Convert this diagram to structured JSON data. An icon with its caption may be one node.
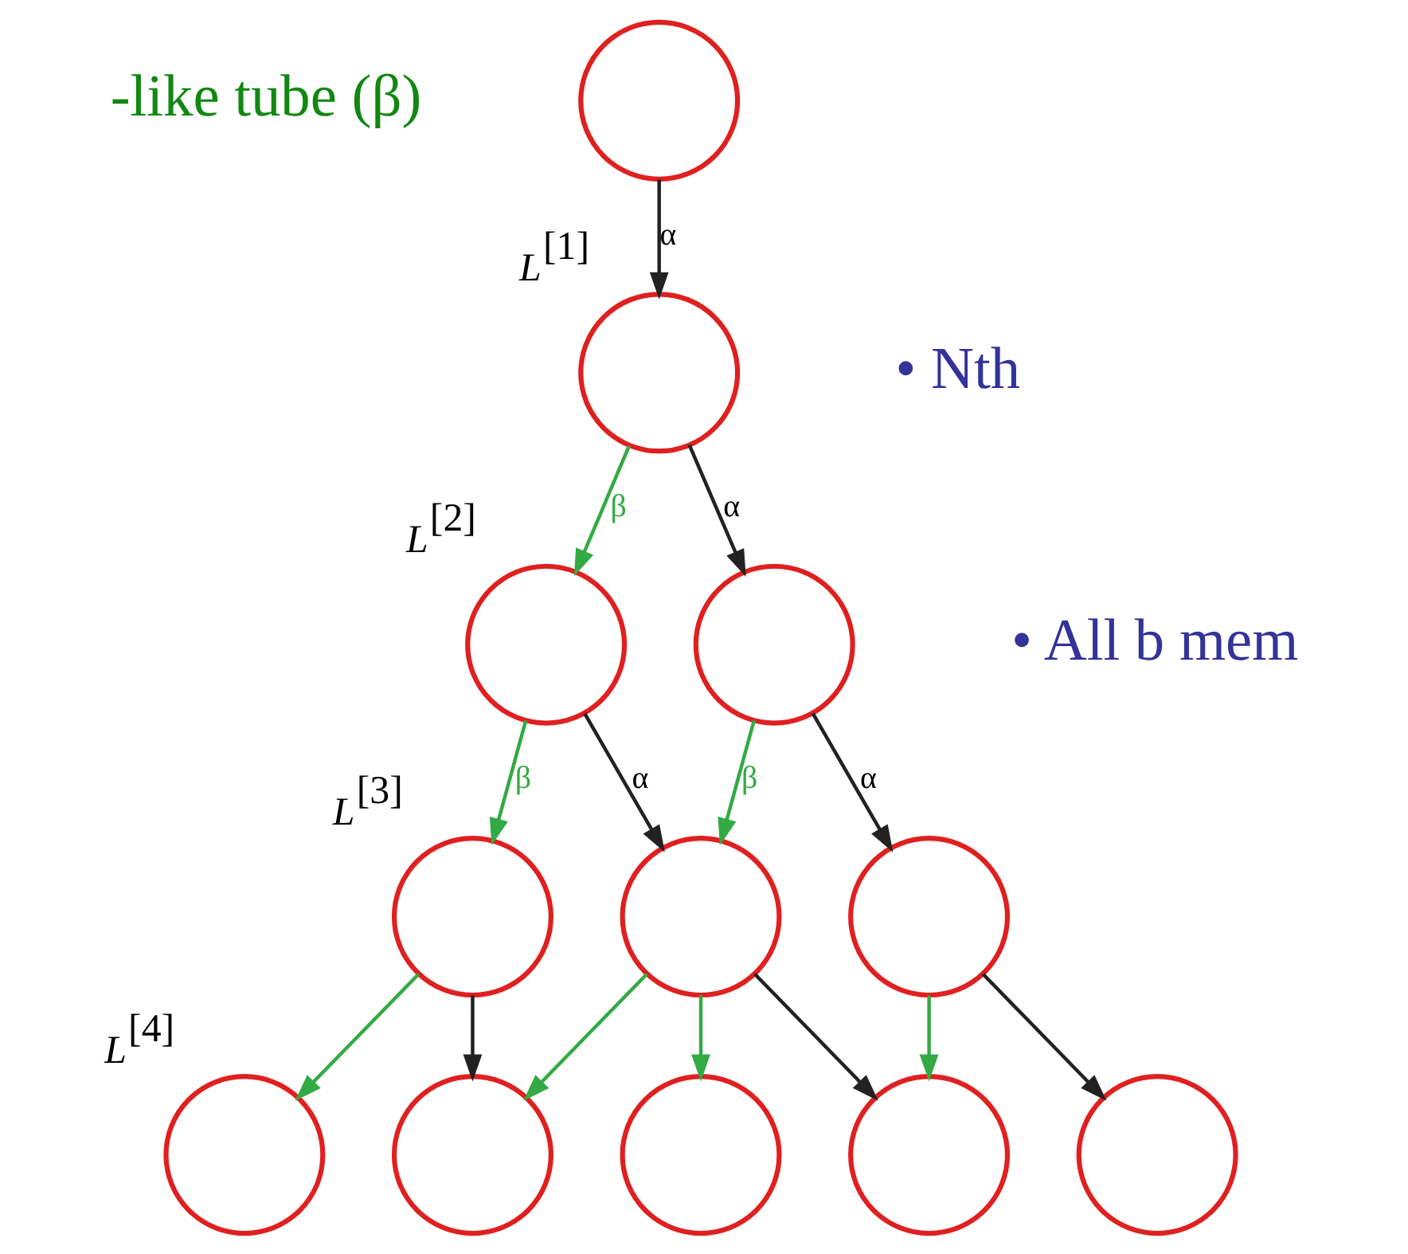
{
  "diagram": {
    "nodes": [
      {
        "text": [],
        "shape": "circle"
      },
      {
        "text": [],
        "shape": "circle",
        "beside": [
          "*L*$^{[1]}$"
        ]
      },
      {
        "text": [],
        "shape": "circle",
        "beside": [
          "*L*$^{[2]}$"
        ]
      },
      {
        "text": [],
        "shape": "circle"
      },
      {
        "text": [],
        "shape": "circle",
        "beside": [
          "*L*$^{[3]}$"
        ]
      },
      {
        "text": [],
        "shape": "circle"
      },
      {
        "text": [],
        "shape": "circle"
      },
      {
        "text": [],
        "shape": "circle",
        "beside": [
          "*L*$^{[4]}$"
        ]
      },
      {
        "text": [],
        "shape": "circle"
      },
      {
        "text": [],
        "shape": "circle"
      },
      {
        "text": [],
        "shape": "circle"
      },
      {
        "text": [],
        "shape": "circle"
      }
    ],
    "edges": [
      {
        "from": 0,
        "to": 1,
        "arrow": "to",
        "label": "α"
      },
      {
        "from": 1,
        "to": 2,
        "arrow": "to",
        "label": "β",
        "color": "#33aa44"
      },
      {
        "from": 1,
        "to": 3,
        "arrow": "to",
        "label": "α"
      },
      {
        "from": 2,
        "to": 4,
        "arrow": "to",
        "label": "β",
        "color": "#33aa44"
      },
      {
        "from": 2,
        "to": 5,
        "arrow": "to",
        "label": "α"
      },
      {
        "from": 3,
        "to": 5,
        "arrow": "to",
        "label": "β",
        "color": "#33aa44"
      },
      {
        "from": 3,
        "to": 6,
        "arrow": "to",
        "label": "α"
      },
      {
        "from": 4,
        "to": 7,
        "arrow": "to",
        "color": "#33aa44"
      },
      {
        "from": 4,
        "to": 8,
        "arrow": "to"
      },
      {
        "from": 5,
        "to": 8,
        "arrow": "to",
        "color": "#33aa44"
      },
      {
        "from": 5,
        "to": 9,
        "arrow": "to",
        "color": "#33aa44"
      },
      {
        "from": 5,
        "to": 10,
        "arrow": "to"
      },
      {
        "from": 6,
        "to": 10,
        "arrow": "to",
        "color": "#33aa44"
      },
      {
        "from": 6,
        "to": 11,
        "arrow": "to"
      }
    ],
    "labels": [
      "-like tube (β)",
      "• Nth",
      "• All b mem"
    ]
  }
}
